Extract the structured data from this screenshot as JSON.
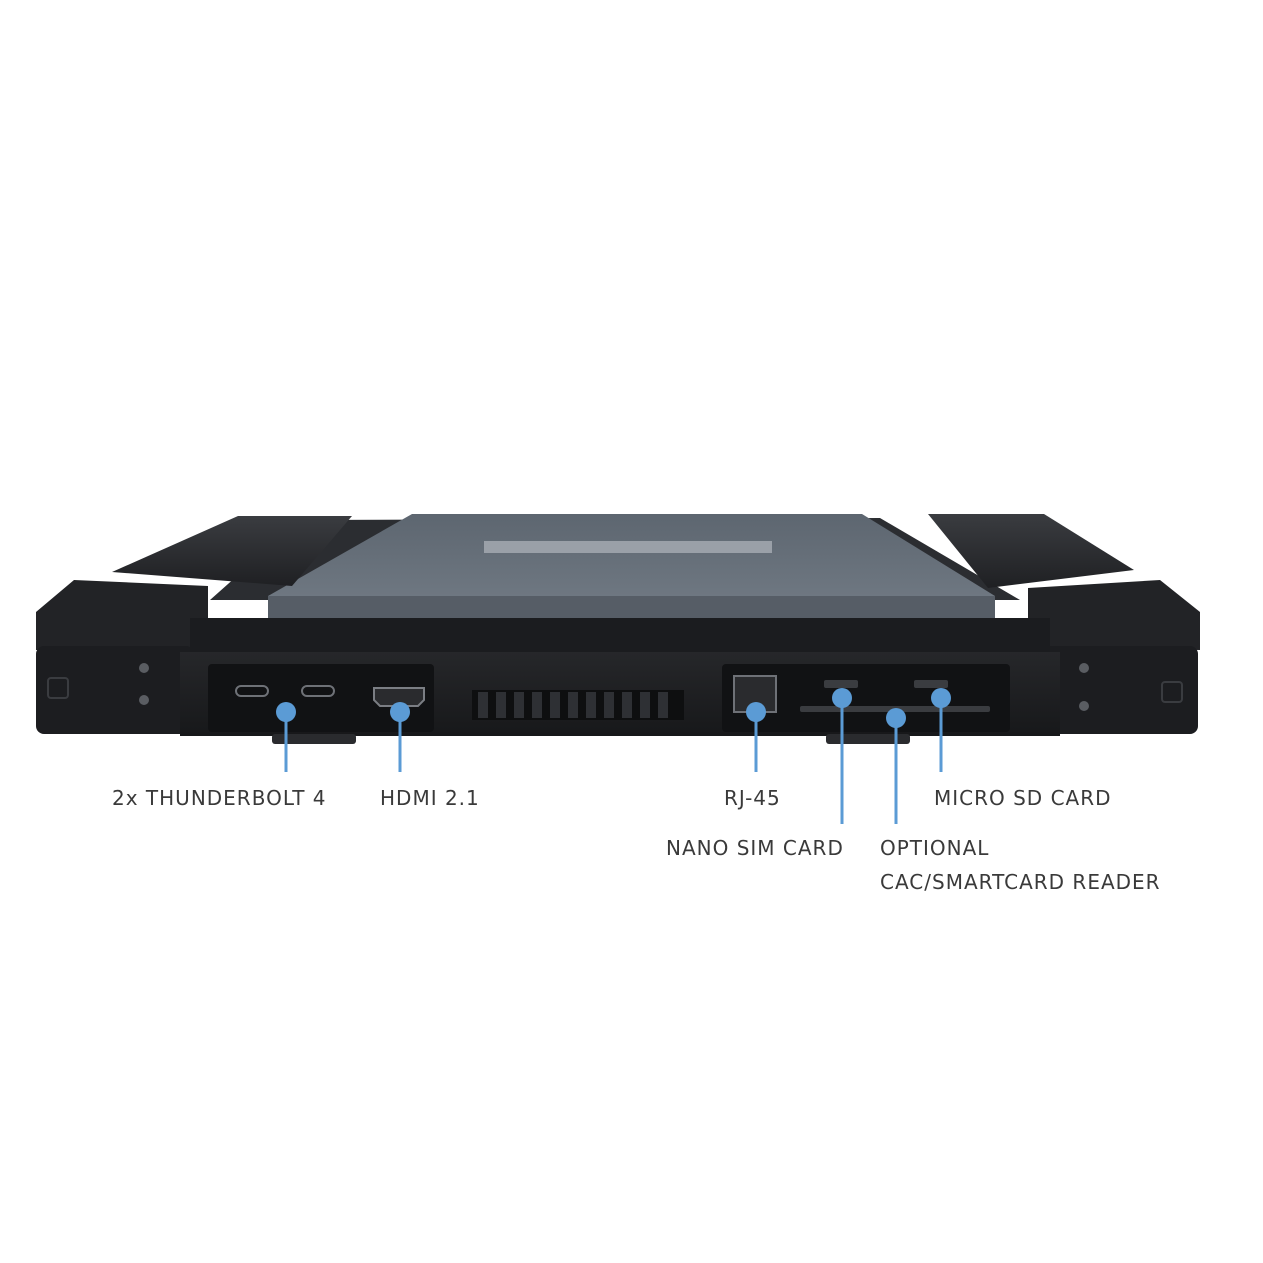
{
  "colors": {
    "callout": "#5b9bd5",
    "body": "#1e1f21",
    "lid": "#5f6670",
    "label_text": "#3a3a3a"
  },
  "callouts": {
    "thunderbolt": "2x THUNDERBOLT 4",
    "hdmi": "HDMI 2.1",
    "rj45": "RJ-45",
    "nano_sim": "NANO SIM CARD",
    "micro_sd": "MICRO SD CARD",
    "smartcard_line1": "OPTIONAL",
    "smartcard_line2": "CAC/SMARTCARD READER"
  }
}
